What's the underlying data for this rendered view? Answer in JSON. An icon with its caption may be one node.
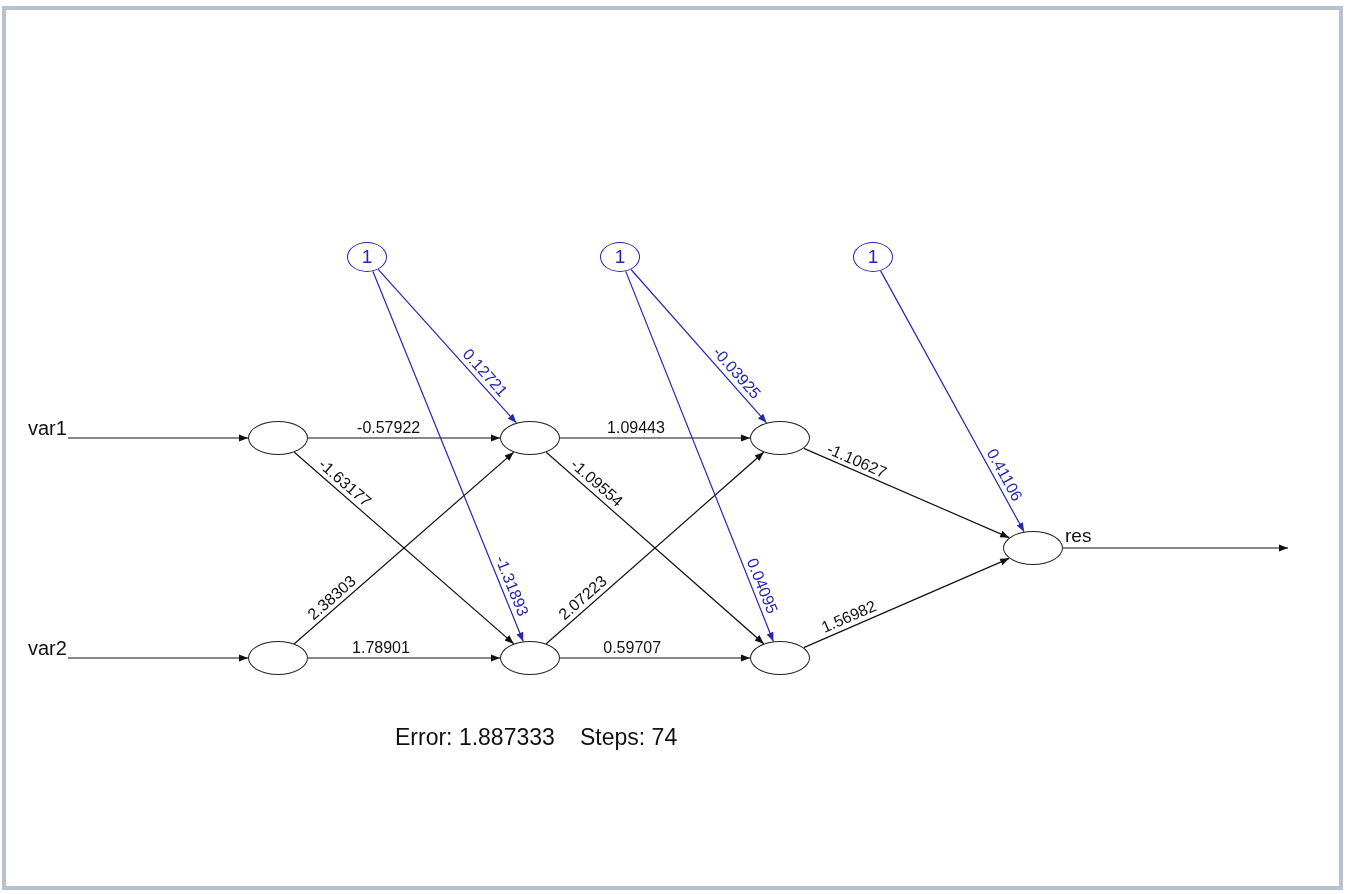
{
  "diagram": {
    "nodes": [
      {
        "text": [
          "var1"
        ]
      },
      {
        "text": [
          "var2"
        ]
      },
      {
        "text": [
          "1"
        ]
      },
      {
        "text": [
          "1"
        ]
      },
      {
        "text": [
          "1"
        ]
      },
      {
        "text": [],
        "shape": "circle"
      },
      {
        "text": [],
        "shape": "circle"
      },
      {
        "text": [],
        "shape": "circle"
      },
      {
        "text": [],
        "shape": "circle"
      },
      {
        "text": [],
        "shape": "circle"
      },
      {
        "text": [],
        "shape": "circle"
      },
      {
        "text": [],
        "shape": "circle",
        "beside": [
          "res"
        ]
      }
    ],
    "edges": [
      {
        "from": 0,
        "to": 5,
        "arrow": "to"
      },
      {
        "from": 1,
        "to": 6,
        "arrow": "to"
      },
      {
        "from": 5,
        "to": 7,
        "arrow": "to",
        "label": "-0.57922"
      },
      {
        "from": 5,
        "to": 8,
        "arrow": "to",
        "label": "-1.63177"
      },
      {
        "from": 6,
        "to": 7,
        "arrow": "to",
        "label": "2.38303"
      },
      {
        "from": 6,
        "to": 8,
        "arrow": "to",
        "label": "1.78901"
      },
      {
        "from": 2,
        "to": 7,
        "arrow": "to",
        "label": "0.12721",
        "color": "#2626b0"
      },
      {
        "from": 2,
        "to": 8,
        "arrow": "to",
        "label": "-1.31893",
        "color": "#2626b0"
      },
      {
        "from": 7,
        "to": 9,
        "arrow": "to",
        "label": "1.09443"
      },
      {
        "from": 7,
        "to": 10,
        "arrow": "to",
        "label": "-1.09554"
      },
      {
        "from": 8,
        "to": 9,
        "arrow": "to",
        "label": "2.07223"
      },
      {
        "from": 8,
        "to": 10,
        "arrow": "to",
        "label": "0.59707"
      },
      {
        "from": 3,
        "to": 9,
        "arrow": "to",
        "label": "-0.03925",
        "color": "#2626b0"
      },
      {
        "from": 3,
        "to": 10,
        "arrow": "to",
        "label": "0.04095",
        "color": "#2626b0"
      },
      {
        "from": 9,
        "to": 11,
        "arrow": "to",
        "label": "-1.10627"
      },
      {
        "from": 10,
        "to": 11,
        "arrow": "to",
        "label": "1.56982"
      },
      {
        "from": 4,
        "to": 11,
        "arrow": "to",
        "label": "0.41106",
        "color": "#2626b0"
      },
      {
        "from": 11,
        "to": null,
        "arrow": "to"
      }
    ],
    "labels": [
      "Error: 1.887333",
      "Steps: 74"
    ]
  }
}
